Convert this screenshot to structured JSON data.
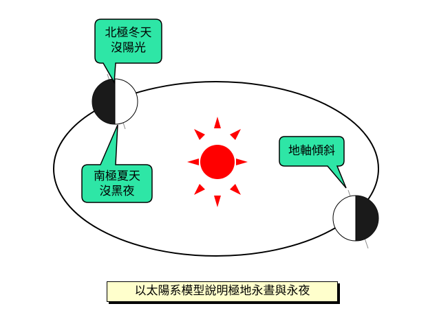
{
  "callouts": {
    "north_winter": {
      "line1": "北極冬天",
      "line2": "沒陽光"
    },
    "south_summer": {
      "line1": "南極夏天",
      "line2": "沒黑夜"
    },
    "axis_tilt": {
      "line1": "地軸傾斜"
    }
  },
  "caption": "以太陽系模型說明極地永晝與永夜",
  "colors": {
    "callout_fill": "#2ee6a6",
    "sun_fill": "#ff0000",
    "night_side": "#1a1a1a",
    "day_side": "#ffffff",
    "caption_fill": "#ffffcc",
    "orbit_stroke": "#000000"
  }
}
